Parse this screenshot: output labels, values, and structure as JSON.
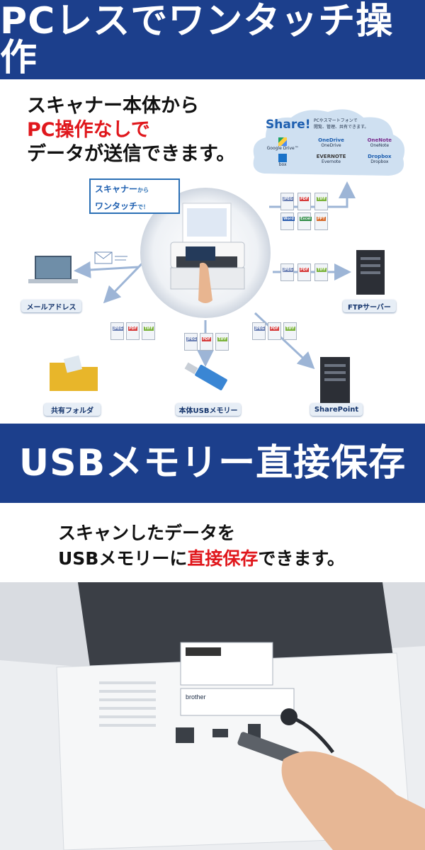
{
  "banner1": {
    "title": "PCレスでワンタッチ操作"
  },
  "intro": {
    "line1": "スキャナー本体から",
    "line2_red": "PC操作なしで",
    "line3": "データが送信できます。"
  },
  "share": {
    "title": "Share!",
    "desc_line1": "PCやスマートフォンで",
    "desc_line2": "閲覧、管理、共有できます。",
    "services": [
      "Google Drive™",
      "OneDrive",
      "OneNote",
      "box",
      "Evernote",
      "Dropbox"
    ],
    "service_logos": {
      "onedrive": "OneDrive",
      "onenote": "OneNote",
      "evernote": "EVERNOTE",
      "dropbox": "Dropbox"
    }
  },
  "callout": {
    "line1": "スキャナー",
    "line1_small": "から",
    "line2": "ワンタッチ",
    "line2_small": "で！"
  },
  "destinations": {
    "mail": "メールアドレス",
    "ftp": "FTPサーバー",
    "shared_folder": "共有フォルダ",
    "usb": "本体USBメモリー",
    "sharepoint": "SharePoint"
  },
  "file_types": [
    "JPEG",
    "PDF",
    "TIFF",
    "Word",
    "Excel",
    "PPT"
  ],
  "banner2": {
    "title": "USBメモリー直接保存"
  },
  "usb_text": {
    "line1": "スキャンしたデータを",
    "line2_a": "USBメモリーに",
    "line2_red": "直接保存",
    "line2_b": "できます。"
  },
  "label_brand": "brother",
  "colors": {
    "banner": "#1c3f8c",
    "accent_red": "#e0171c",
    "arrow": "#9db5d6"
  }
}
